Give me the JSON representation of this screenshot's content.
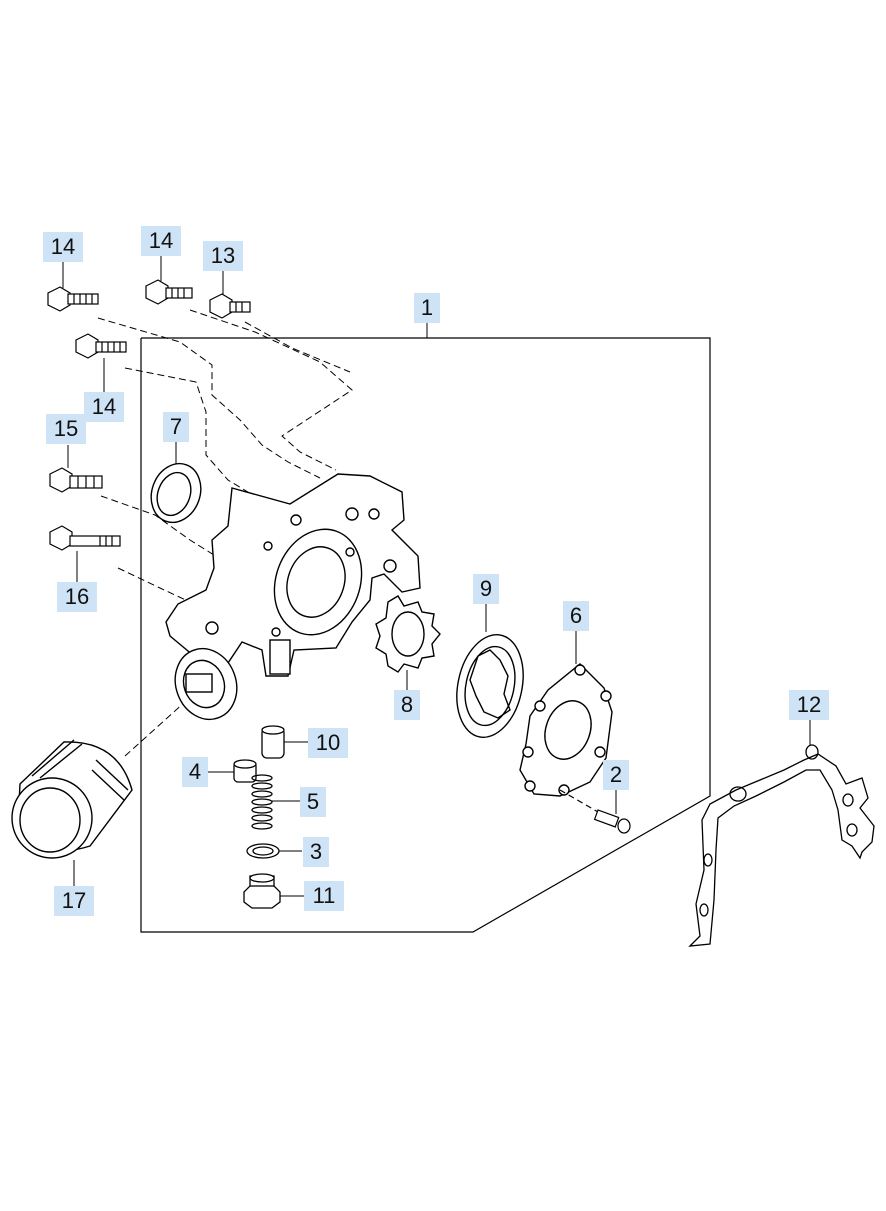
{
  "callouts": [
    {
      "key": "c14a",
      "label": "14"
    },
    {
      "key": "c14b",
      "label": "14"
    },
    {
      "key": "c13",
      "label": "13"
    },
    {
      "key": "c1",
      "label": "1"
    },
    {
      "key": "c14c",
      "label": "14"
    },
    {
      "key": "c15",
      "label": "15"
    },
    {
      "key": "c7",
      "label": "7"
    },
    {
      "key": "c16",
      "label": "16"
    },
    {
      "key": "c9",
      "label": "9"
    },
    {
      "key": "c6",
      "label": "6"
    },
    {
      "key": "c8",
      "label": "8"
    },
    {
      "key": "c12",
      "label": "12"
    },
    {
      "key": "c10",
      "label": "10"
    },
    {
      "key": "c4",
      "label": "4"
    },
    {
      "key": "c2",
      "label": "2"
    },
    {
      "key": "c5",
      "label": "5"
    },
    {
      "key": "c3",
      "label": "3"
    },
    {
      "key": "c11",
      "label": "11"
    },
    {
      "key": "c17",
      "label": "17"
    }
  ],
  "colors": {
    "callout_fill": "#cfe3f6",
    "line": "#000000",
    "background": "#ffffff"
  }
}
